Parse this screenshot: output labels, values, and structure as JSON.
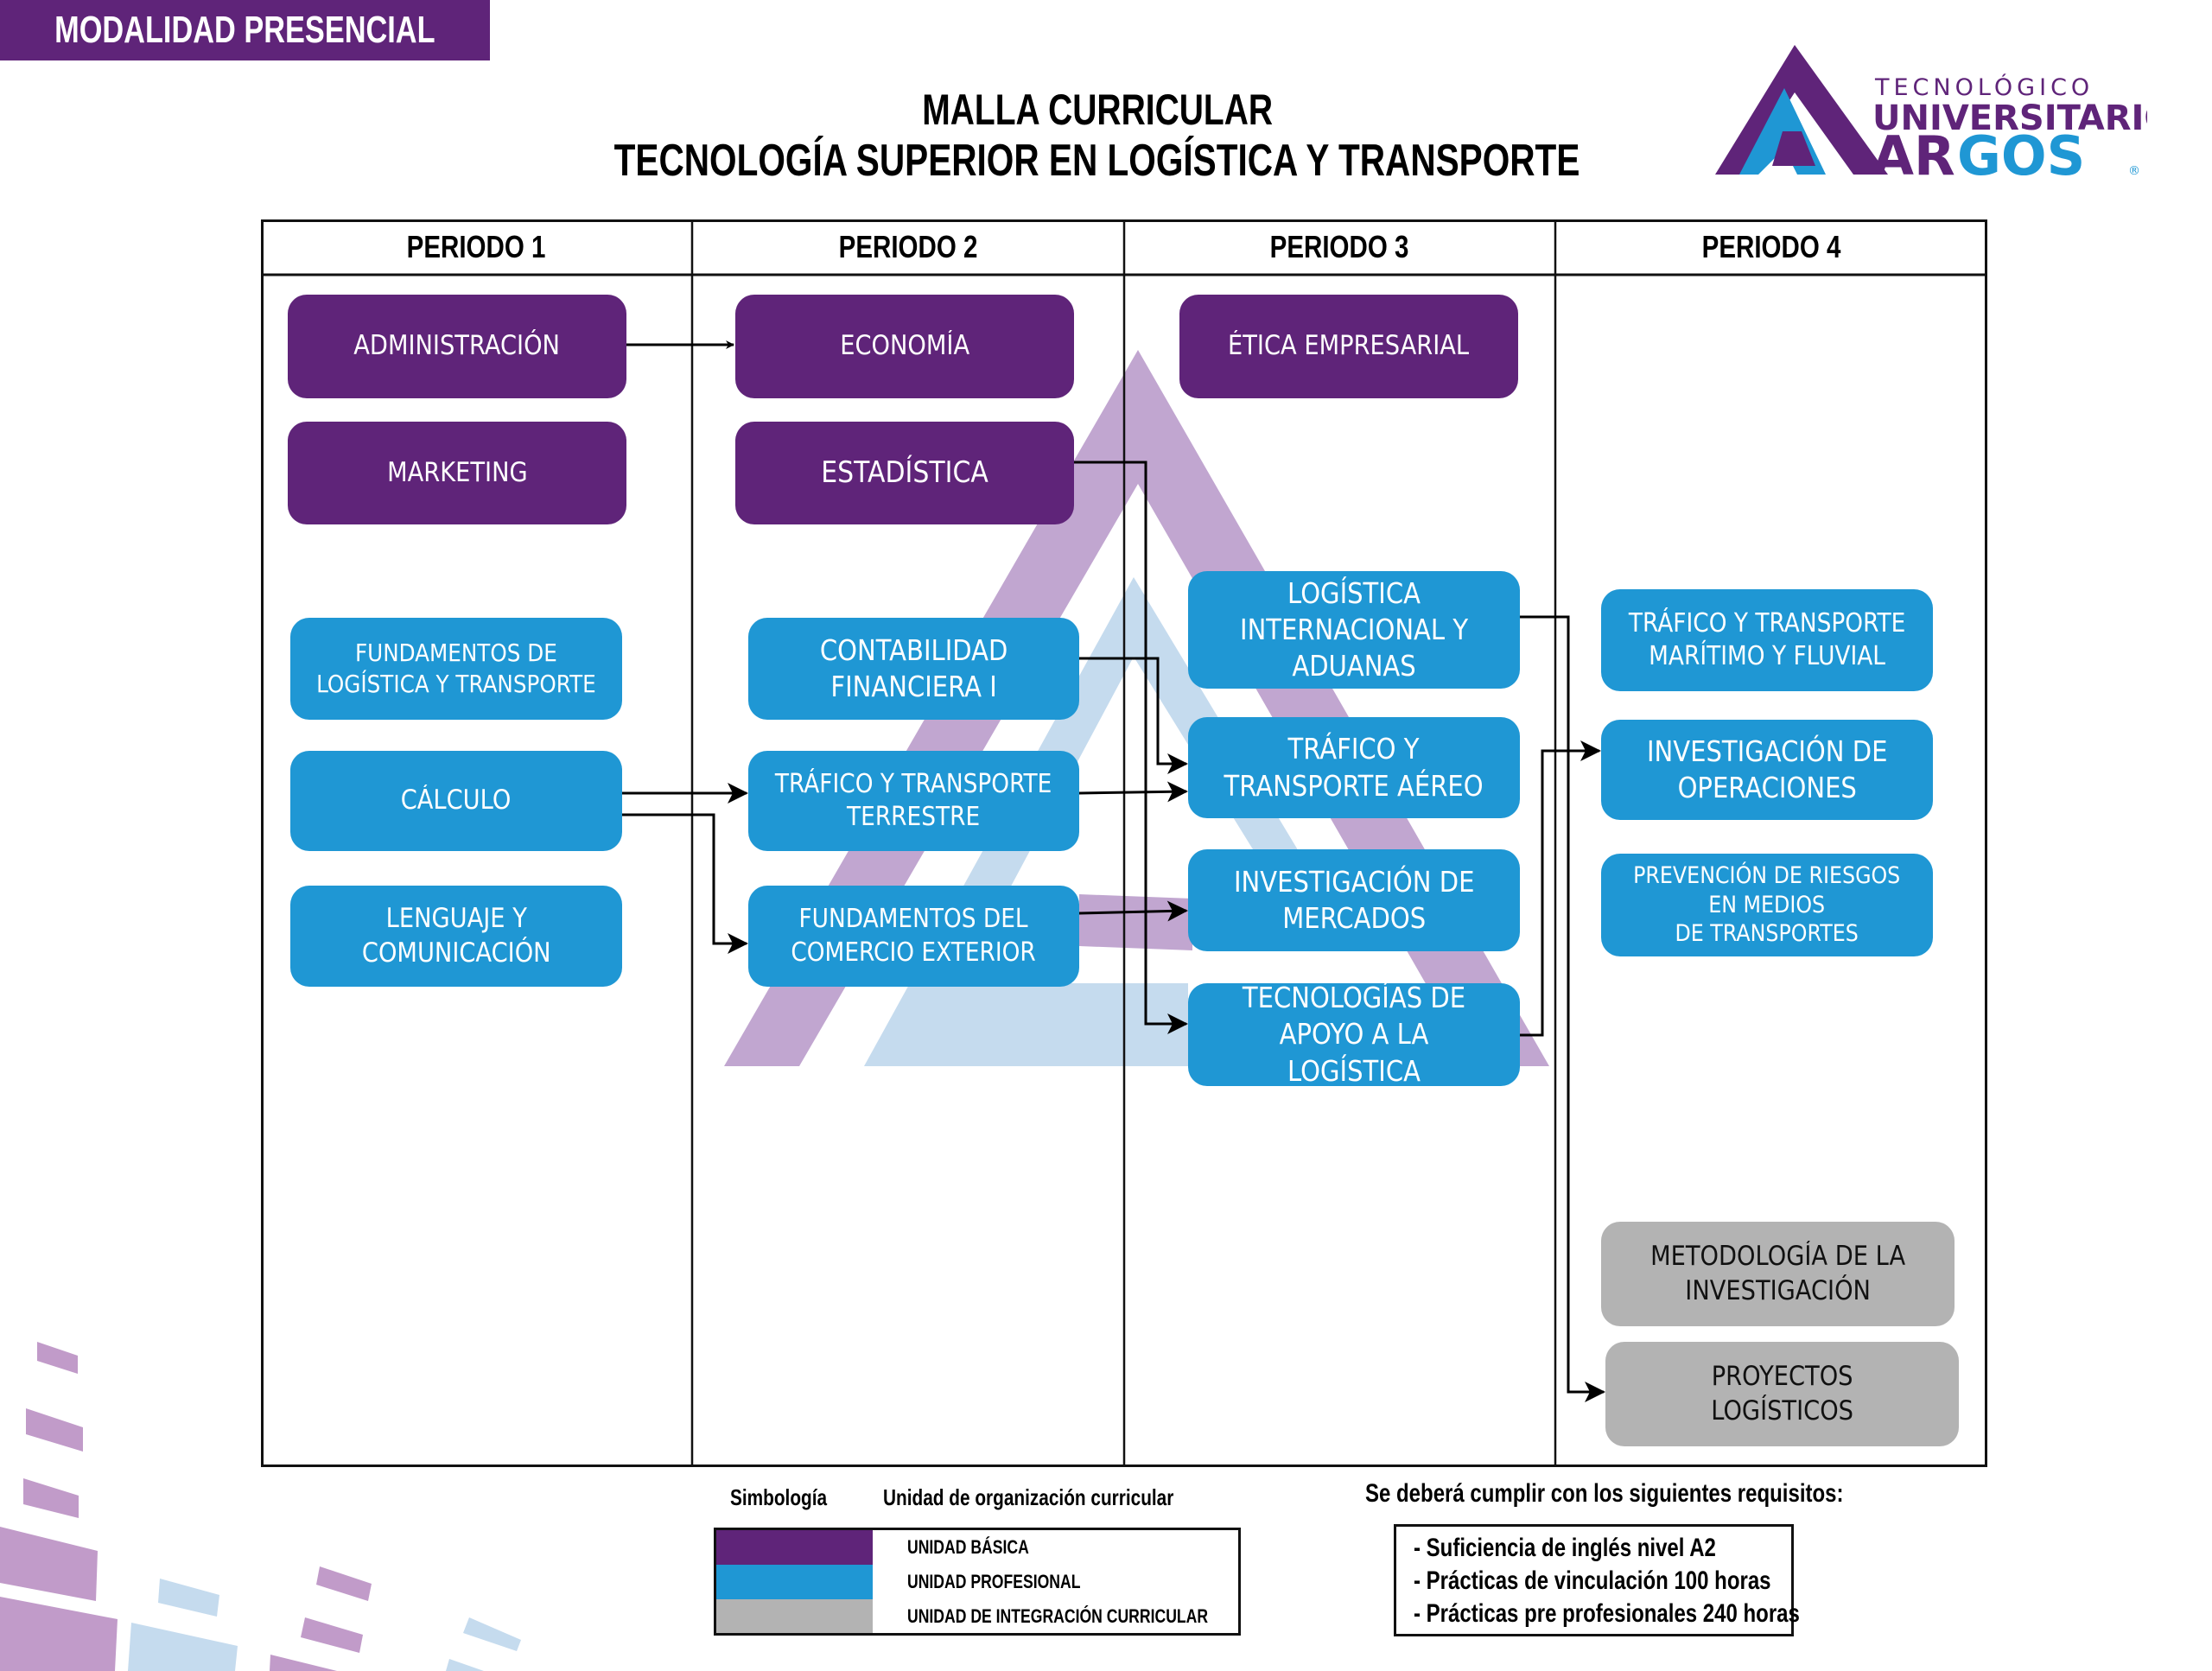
{
  "header": {
    "modality": "MODALIDAD  PRESENCIAL"
  },
  "title": {
    "line1": "MALLA CURRICULAR",
    "line2": "TECNOLOGÍA SUPERIOR EN LOGÍSTICA Y TRANSPORTE"
  },
  "logo": {
    "line1": "TECNOLÓGICO",
    "line2": "UNIVERSITARIO",
    "brand_part1": "AR",
    "brand_part2": "GOS",
    "registered": "®"
  },
  "colors": {
    "basic": "#5f2479",
    "professional": "#1f97d4",
    "integration": "#b3b3b3",
    "watermark_purple": "#c1a6d0",
    "watermark_blue": "#c5dbee"
  },
  "periods": [
    {
      "label": "PERIODO 1"
    },
    {
      "label": "PERIODO 2"
    },
    {
      "label": "PERIODO 3"
    },
    {
      "label": "PERIODO 4"
    }
  ],
  "subjects": {
    "administracion": {
      "label": "ADMINISTRACIÓN",
      "unit": "basic",
      "period": 1
    },
    "marketing": {
      "label": "MARKETING",
      "unit": "basic",
      "period": 1
    },
    "fund_logistica": {
      "label": "FUNDAMENTOS DE\nLOGÍSTICA Y TRANSPORTE",
      "unit": "professional",
      "period": 1
    },
    "calculo": {
      "label": "CÁLCULO",
      "unit": "professional",
      "period": 1
    },
    "lenguaje": {
      "label": "LENGUAJE Y\nCOMUNICACIÓN",
      "unit": "professional",
      "period": 1
    },
    "economia": {
      "label": "ECONOMÍA",
      "unit": "basic",
      "period": 2
    },
    "estadistica": {
      "label": "ESTADÍSTICA",
      "unit": "basic",
      "period": 2
    },
    "contabilidad": {
      "label": "CONTABILIDAD\nFINANCIERA I",
      "unit": "professional",
      "period": 2
    },
    "trafico_terrestre": {
      "label": "TRÁFICO Y TRANSPORTE\nTERRESTRE",
      "unit": "professional",
      "period": 2
    },
    "fund_comercio": {
      "label": "FUNDAMENTOS DEL\nCOMERCIO EXTERIOR",
      "unit": "professional",
      "period": 2
    },
    "etica": {
      "label": "ÉTICA EMPRESARIAL",
      "unit": "basic",
      "period": 3
    },
    "logistica_internacional": {
      "label": "LOGÍSTICA\nINTERNACIONAL Y\nADUANAS",
      "unit": "professional",
      "period": 3
    },
    "trafico_aereo": {
      "label": "TRÁFICO Y\nTRANSPORTE AÉREO",
      "unit": "professional",
      "period": 3
    },
    "inv_mercados": {
      "label": "INVESTIGACIÓN DE\nMERCADOS",
      "unit": "professional",
      "period": 3
    },
    "tecnologias": {
      "label": "TECNOLOGÍAS DE\nAPOYO A LA LOGÍSTICA",
      "unit": "professional",
      "period": 3
    },
    "trafico_maritimo": {
      "label": "TRÁFICO Y TRANSPORTE\nMARÍTIMO Y FLUVIAL",
      "unit": "professional",
      "period": 4
    },
    "inv_operaciones": {
      "label": "INVESTIGACIÓN DE\nOPERACIONES",
      "unit": "professional",
      "period": 4
    },
    "prevencion": {
      "label": "PREVENCIÓN DE RIESGOS\nEN MEDIOS\nDE TRANSPORTES",
      "unit": "professional",
      "period": 4
    },
    "metodologia": {
      "label": "METODOLOGÍA DE LA\nINVESTIGACIÓN",
      "unit": "integration",
      "period": 4
    },
    "proyectos": {
      "label": "PROYECTOS\nLOGÍSTICOS",
      "unit": "integration",
      "period": 4
    }
  },
  "prerequisites": [
    {
      "from": "administracion",
      "to": "economia"
    },
    {
      "from": "calculo",
      "to": "trafico_terrestre"
    },
    {
      "from": "calculo",
      "to": "fund_comercio"
    },
    {
      "from": "estadistica",
      "to": "tecnologias"
    },
    {
      "from": "contabilidad",
      "to": "trafico_aereo"
    },
    {
      "from": "trafico_terrestre",
      "to": "trafico_aereo"
    },
    {
      "from": "fund_comercio",
      "to": "inv_mercados"
    },
    {
      "from": "tecnologias",
      "to": "inv_operaciones"
    },
    {
      "from": "logistica_internacional",
      "to": "proyectos"
    }
  ],
  "legend": {
    "symbology_label": "Simbología",
    "unit_label": "Unidad de organización  curricular",
    "items": [
      {
        "label": "UNIDAD BÁSICA",
        "color": "#5f2479"
      },
      {
        "label": "UNIDAD PROFESIONAL",
        "color": "#1f97d4"
      },
      {
        "label": "UNIDAD DE INTEGRACIÓN CURRICULAR",
        "color": "#b3b3b3"
      }
    ]
  },
  "requirements": {
    "title": "Se deberá cumplir con los siguientes requisitos:",
    "items": [
      "- Suficiencia de inglés nivel A2",
      "- Prácticas de vinculación 100 horas",
      "- Prácticas pre profesionales 240 horas"
    ]
  }
}
